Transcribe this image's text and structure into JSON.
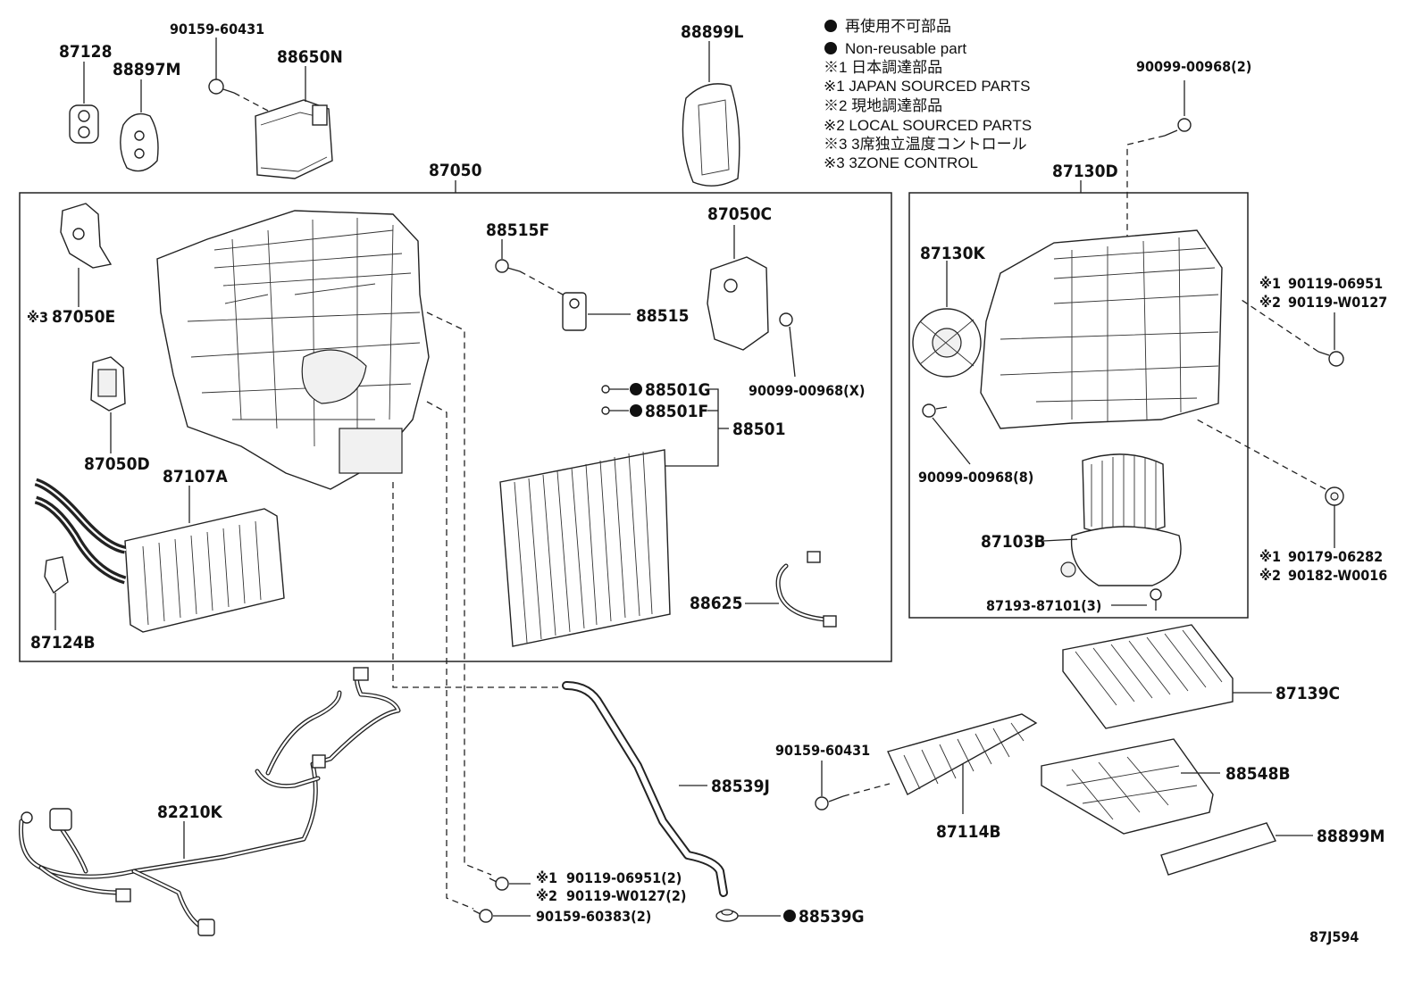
{
  "diagram_id": "87J594",
  "legend": {
    "line1": "再使用不可部品",
    "line2": "Non-reusable part",
    "line3": "※1 日本調達部品",
    "line4": "※1 JAPAN SOURCED PARTS",
    "line5": "※2 現地調達部品",
    "line6": "※2 LOCAL SOURCED PARTS",
    "line7": "※3 3席独立温度コントロール",
    "line8": "※3 3ZONE CONTROL"
  },
  "parts": {
    "p87128": "87128",
    "p88897M": "88897M",
    "p90159_60431_top": "90159-60431",
    "p88650N": "88650N",
    "p88899L": "88899L",
    "p87050": "87050",
    "p87050E": "87050E",
    "p87050E_note": "※3",
    "p87050D": "87050D",
    "p87107A": "87107A",
    "p87124B": "87124B",
    "p88515F": "88515F",
    "p88515": "88515",
    "p87050C": "87050C",
    "p90099_00968_X": "90099-00968(X)",
    "p88501G": "88501G",
    "p88501F": "88501F",
    "p88501": "88501",
    "p88625": "88625",
    "p87130D": "87130D",
    "p90099_00968_2": "90099-00968(2)",
    "p87130K": "87130K",
    "p90119_06951_r": "90119-06951",
    "p90119_06951_r_note": "※1",
    "p90119_W0127_r": "90119-W0127",
    "p90119_W0127_r_note": "※2",
    "p90099_00968_8": "90099-00968(8)",
    "p87103B": "87103B",
    "p90179_06282": "90179-06282",
    "p90179_06282_note": "※1",
    "p90182_W0016": "90182-W0016",
    "p90182_W0016_note": "※2",
    "p87193_87101_3": "87193-87101(3)",
    "p87139C": "87139C",
    "p90159_60431_mid": "90159-60431",
    "p88548B": "88548B",
    "p87114B": "87114B",
    "p88899M": "88899M",
    "p88539J": "88539J",
    "p82210K": "82210K",
    "p90119_06951_2": "90119-06951(2)",
    "p90119_06951_2_note": "※1",
    "p90119_W0127_2": "90119-W0127(2)",
    "p90119_W0127_2_note": "※2",
    "p90159_60383_2": "90159-60383(2)",
    "p88539G": "88539G"
  }
}
